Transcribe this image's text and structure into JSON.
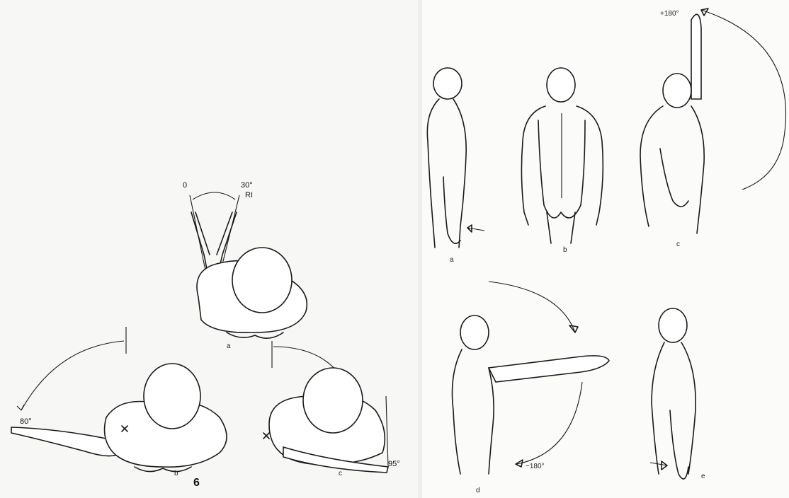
{
  "left_figure": {
    "label_zero": "0",
    "label_30": "30°",
    "label_ri": "RI",
    "label_80": "80°",
    "label_95": "95°",
    "sub_a": "a",
    "sub_b": "b",
    "sub_c": "c",
    "figure_number": "6"
  },
  "right_figure": {
    "label_plus180": "+180°",
    "label_minus180": "−180°",
    "sub_a": "a",
    "sub_b": "b",
    "sub_c": "c",
    "sub_d": "d",
    "sub_e": "e"
  }
}
